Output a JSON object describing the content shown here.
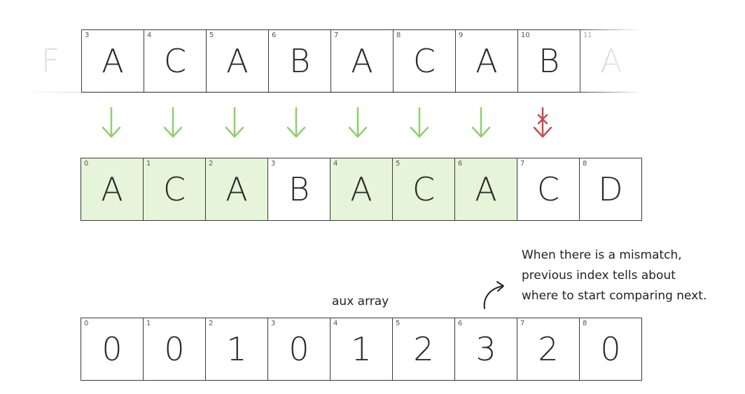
{
  "text_row": {
    "cells": [
      {
        "index": "",
        "char": "F",
        "state": "faded-noborder"
      },
      {
        "index": "3",
        "char": "A",
        "state": "normal"
      },
      {
        "index": "4",
        "char": "C",
        "state": "normal"
      },
      {
        "index": "5",
        "char": "A",
        "state": "normal"
      },
      {
        "index": "6",
        "char": "B",
        "state": "normal"
      },
      {
        "index": "7",
        "char": "A",
        "state": "normal"
      },
      {
        "index": "8",
        "char": "C",
        "state": "normal"
      },
      {
        "index": "9",
        "char": "A",
        "state": "normal"
      },
      {
        "index": "10",
        "char": "B",
        "state": "normal"
      },
      {
        "index": "11",
        "char": "A",
        "state": "faded"
      }
    ]
  },
  "comparison_arrows": [
    {
      "type": "match",
      "color": "#8fcf6a"
    },
    {
      "type": "match",
      "color": "#8fcf6a"
    },
    {
      "type": "match",
      "color": "#8fcf6a"
    },
    {
      "type": "match",
      "color": "#8fcf6a"
    },
    {
      "type": "match",
      "color": "#8fcf6a"
    },
    {
      "type": "match",
      "color": "#8fcf6a"
    },
    {
      "type": "match",
      "color": "#8fcf6a"
    },
    {
      "type": "mismatch",
      "color": "#c0504d"
    }
  ],
  "pattern_row": {
    "cells": [
      {
        "index": "0",
        "char": "A",
        "match": true
      },
      {
        "index": "1",
        "char": "C",
        "match": true
      },
      {
        "index": "2",
        "char": "A",
        "match": true
      },
      {
        "index": "3",
        "char": "B",
        "match": false
      },
      {
        "index": "4",
        "char": "A",
        "match": true
      },
      {
        "index": "5",
        "char": "C",
        "match": true
      },
      {
        "index": "6",
        "char": "A",
        "match": true
      },
      {
        "index": "7",
        "char": "C",
        "match": false
      },
      {
        "index": "8",
        "char": "D",
        "match": false
      }
    ],
    "match_color": "#e6f5d9"
  },
  "aux_label": "aux array",
  "note": {
    "line1": "When there is a mismatch,",
    "line2": "previous index tells about",
    "line3": "where to start comparing next."
  },
  "aux_row": {
    "cells": [
      {
        "index": "0",
        "value": "0"
      },
      {
        "index": "1",
        "value": "0"
      },
      {
        "index": "2",
        "value": "1"
      },
      {
        "index": "3",
        "value": "0"
      },
      {
        "index": "4",
        "value": "1"
      },
      {
        "index": "5",
        "value": "2"
      },
      {
        "index": "6",
        "value": "3"
      },
      {
        "index": "7",
        "value": "2"
      },
      {
        "index": "8",
        "value": "0"
      }
    ]
  }
}
